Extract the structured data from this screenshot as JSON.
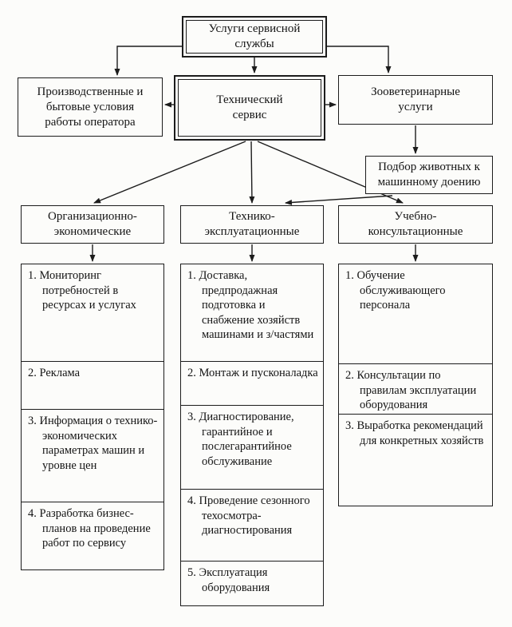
{
  "colors": {
    "line": "#1c1c1c",
    "background": "#fcfcfa"
  },
  "nodes": {
    "root": "Услуги сервисной\nслужбы",
    "operator_conditions": "Производственные и\nбытовые условия\nработы оператора",
    "technical_service": "Технический\nсервис",
    "zooveterinary": "Зооветеринарные\nуслуги",
    "animal_selection": "Подбор животных к\nмашинному доению"
  },
  "categories": [
    {
      "label": "Организационно-\nэкономические",
      "items": [
        "1. Мониторинг потребностей в ресурсах и услугах",
        "2. Реклама",
        "3. Информация о технико-экономических параметрах машин и уровне цен",
        "4. Разработка бизнес-планов на проведение работ по сервису"
      ]
    },
    {
      "label": "Технико-\nэксплуатационные",
      "items": [
        "1. Доставка, предпродажная подготовка и снабжение хозяйств машинами и з/частями",
        "2. Монтаж и пусконаладка",
        "3. Диагностирование, гарантийное и послегарантийное обслуживание",
        "4. Проведение сезонного техосмотра-диагностирования",
        "5. Эксплуатация оборудования"
      ]
    },
    {
      "label": "Учебно-\nконсультационные",
      "items": [
        "1. Обучение обслуживающего персонала",
        "2. Консультации по правилам эксплуатации оборудования",
        "3. Выработка рекомендаций для конкретных хозяйств"
      ]
    }
  ]
}
